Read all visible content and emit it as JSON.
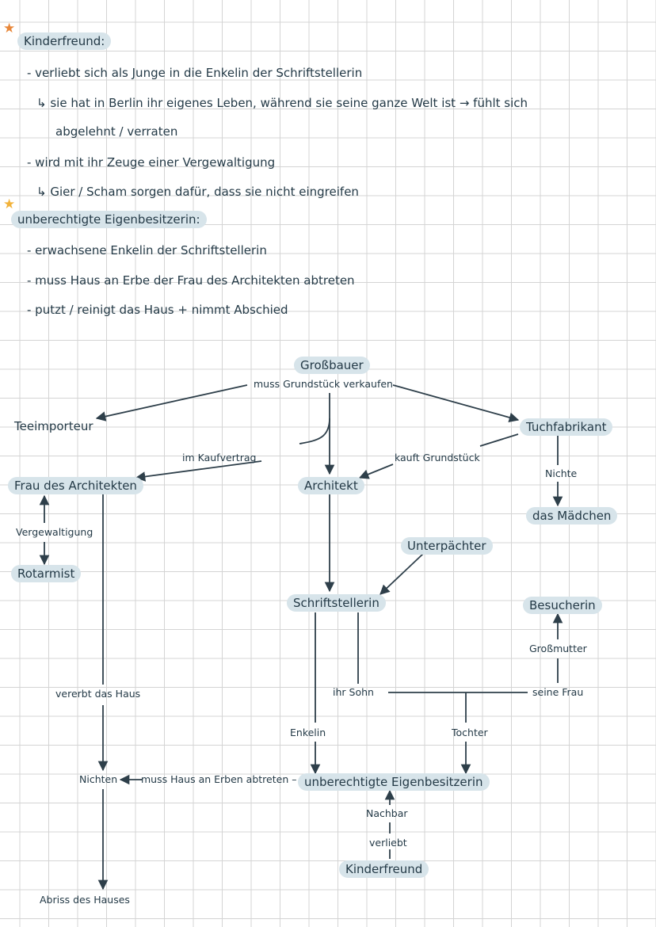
{
  "notes": {
    "kinderfreund": {
      "title": "Kinderfreund:",
      "line1": "- verliebt sich als Junge in die Enkelin der Schriftstellerin",
      "line2": "↳ sie hat in Berlin ihr eigenes Leben, während sie seine ganze Welt ist → fühlt sich",
      "line3": "abgelehnt / verraten",
      "line4": "- wird mit ihr Zeuge einer Vergewaltigung",
      "line5": "↳ Gier / Scham sorgen dafür, dass sie nicht eingreifen"
    },
    "eigenbesitzerin": {
      "title": "unberechtigte Eigenbesitzerin:",
      "line1": "- erwachsene Enkelin der Schriftstellerin",
      "line2": "- muss Haus an Erbe der Frau des Architekten abtreten",
      "line3": "- putzt / reinigt das Haus + nimmt Abschied"
    }
  },
  "diagram": {
    "nodes": {
      "grossbauer": "Großbauer",
      "teeimporteur": "Teeimporteur",
      "tuchfabrikant": "Tuchfabrikant",
      "frau_architekt": "Frau des Architekten",
      "architekt": "Architekt",
      "maedchen": "das Mädchen",
      "rotarmist": "Rotarmist",
      "unterpaechter": "Unterpächter",
      "schriftstellerin": "Schriftstellerin",
      "besucherin": "Besucherin",
      "ihr_sohn": "ihr Sohn",
      "seine_frau": "seine Frau",
      "nichten": "Nichten",
      "eigenbesitzerin": "unberechtigte Eigenbesitzerin",
      "kinderfreund": "Kinderfreund",
      "abriss": "Abriss des Hauses"
    },
    "edges": {
      "muss_verkaufen": "muss Grundstück verkaufen",
      "im_kaufvertrag": "im Kaufvertrag",
      "kauft_grundstueck": "kauft Grundstück",
      "nichte": "Nichte",
      "vergewaltigung": "Vergewaltigung",
      "grossmutter": "Großmutter",
      "vererbt": "vererbt das Haus",
      "enkelin": "Enkelin",
      "tochter": "Tochter",
      "abtreten": "muss Haus an Erben abtreten –",
      "nachbar": "Nachbar",
      "verliebt": "verliebt"
    }
  },
  "colors": {
    "highlight": "#d7e4ea",
    "ink": "#243a47",
    "star_orange": "#e8873a",
    "star_yellow": "#f2b23a",
    "grid": "#d4d4d4"
  }
}
